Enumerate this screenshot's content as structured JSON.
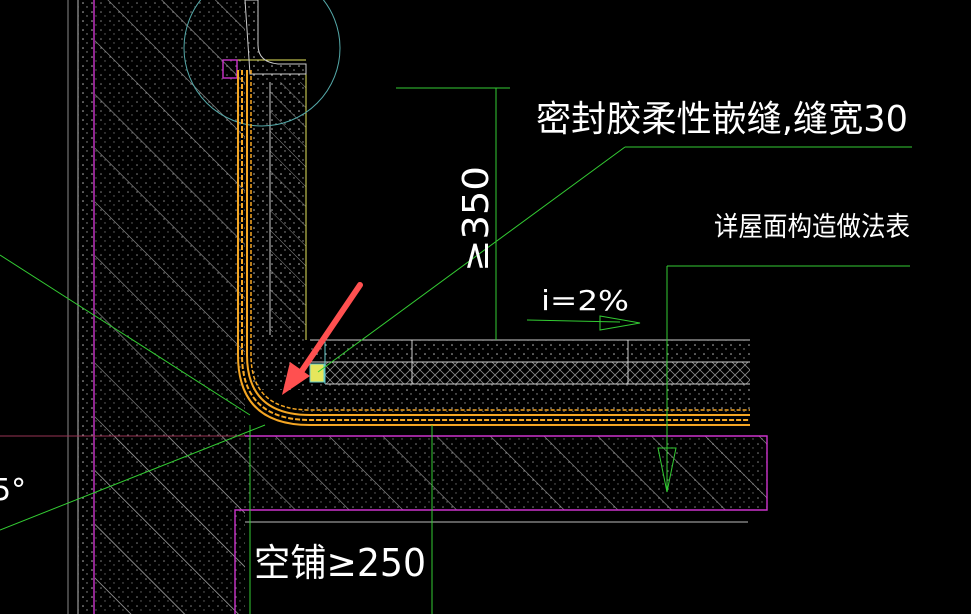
{
  "drawing": {
    "annotations": {
      "sealant_note": "密封胶柔性嵌缝,缝宽30",
      "roof_note": "详屋面构造做法表",
      "slope": "i=2%",
      "height_dim": "≥350",
      "empty_lay": "空铺≥250",
      "degree_fragment": "5°"
    }
  },
  "colors": {
    "background": "#000000",
    "hatch": "#9a9a9a",
    "waterproof": "#f5a623",
    "leader": "#33cc33",
    "outline_magenta": "#cc33cc",
    "outline_cyan": "#66cccc",
    "outline_yellow": "#e6e65c",
    "arrow_red": "#ff5050",
    "text": "#ffffff"
  }
}
